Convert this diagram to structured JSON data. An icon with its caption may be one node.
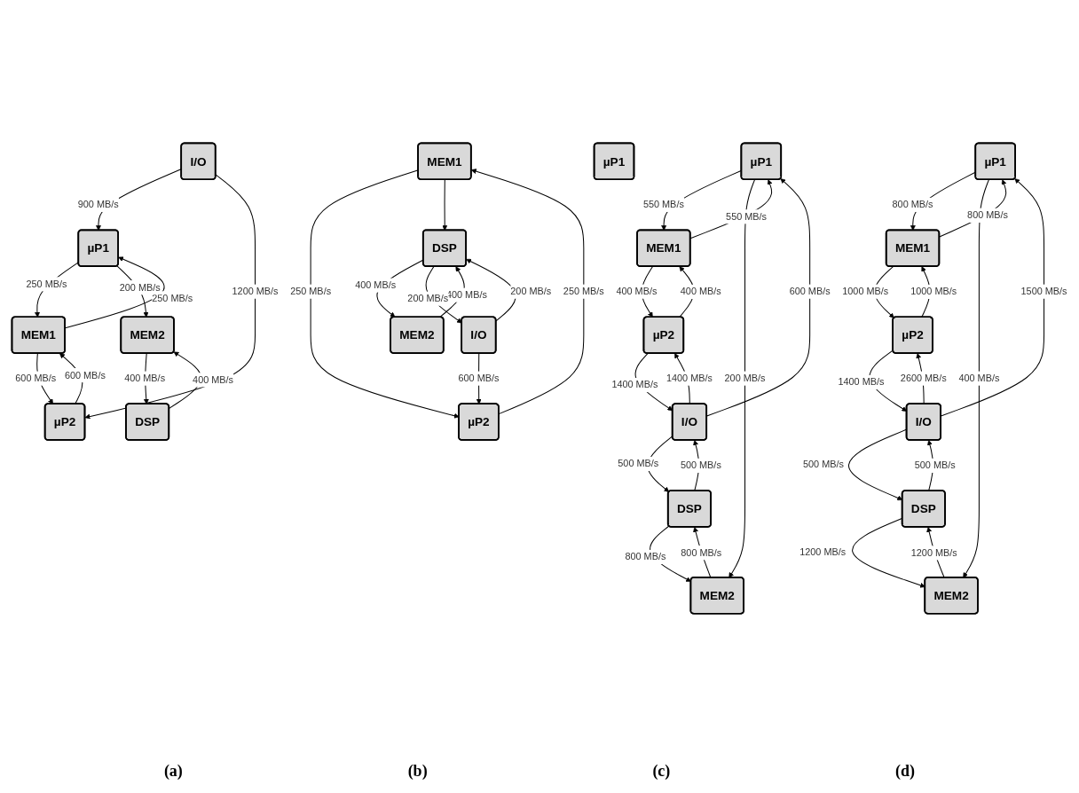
{
  "diagram": {
    "nodes": [
      {
        "text": [
          "µP1"
        ]
      },
      {
        "text": [
          "MEM1"
        ]
      },
      {
        "text": [
          "µP2"
        ]
      },
      {
        "text": [
          "MEM2"
        ]
      },
      {
        "text": [
          "DSP"
        ]
      },
      {
        "text": [
          "I/O"
        ]
      },
      {
        "text": [
          "µP1"
        ]
      },
      {
        "text": [
          "MEM1"
        ]
      },
      {
        "text": [
          "µP2"
        ]
      },
      {
        "text": [
          "MEM2"
        ]
      },
      {
        "text": [
          "DSP"
        ]
      },
      {
        "text": [
          "I/O"
        ]
      },
      {
        "text": [
          "µP1"
        ]
      },
      {
        "text": [
          "MEM1"
        ]
      },
      {
        "text": [
          "µP2"
        ]
      },
      {
        "text": [
          "MEM2"
        ]
      },
      {
        "text": [
          "DSP"
        ]
      },
      {
        "text": [
          "I/O"
        ]
      },
      {
        "text": [
          "µP1"
        ]
      },
      {
        "text": [
          "MEM1"
        ]
      },
      {
        "text": [
          "µP2"
        ]
      },
      {
        "text": [
          "MEM2"
        ]
      },
      {
        "text": [
          "DSP"
        ]
      },
      {
        "text": [
          "I/O"
        ]
      }
    ],
    "edges": [
      {
        "from": 0,
        "to": 1,
        "arrow": "to",
        "label": "250 MB/s"
      },
      {
        "from": 1,
        "to": 0,
        "arrow": "to",
        "label": "250 MB/s"
      },
      {
        "from": 2,
        "to": 1,
        "arrow": "to",
        "label": "600 MB/s"
      },
      {
        "from": 1,
        "to": 2,
        "arrow": "to",
        "label": "600 MB/s"
      },
      {
        "from": 0,
        "to": 3,
        "arrow": "to",
        "label": "200 MB/s"
      },
      {
        "from": 5,
        "to": 0,
        "arrow": "to",
        "label": "900 MB/s"
      },
      {
        "from": 5,
        "to": 2,
        "arrow": "to",
        "label": "1200 MB/s"
      },
      {
        "from": 3,
        "to": 4,
        "arrow": "to",
        "label": "400 MB/s"
      },
      {
        "from": 4,
        "to": 3,
        "arrow": "to",
        "label": "400 MB/s"
      },
      {
        "from": 6,
        "to": 7,
        "arrow": "to",
        "label": "550 MB/s"
      },
      {
        "from": 7,
        "to": 6,
        "arrow": "to",
        "label": "550 MB/s"
      },
      {
        "from": 8,
        "to": 7,
        "arrow": "to",
        "label": "400 MB/s"
      },
      {
        "from": 7,
        "to": 8,
        "arrow": "to",
        "label": "400 MB/s"
      },
      {
        "from": 6,
        "to": 9,
        "arrow": "to",
        "label": "200 MB/s"
      },
      {
        "from": 11,
        "to": 6,
        "arrow": "to",
        "label": "600 MB/s"
      },
      {
        "from": 8,
        "to": 11,
        "arrow": "to",
        "label": "1400 MB/s"
      },
      {
        "from": 11,
        "to": 8,
        "arrow": "to",
        "label": "1400 MB/s"
      },
      {
        "from": 9,
        "to": 10,
        "arrow": "to",
        "label": "800 MB/s"
      },
      {
        "from": 10,
        "to": 9,
        "arrow": "to",
        "label": "800 MB/s"
      },
      {
        "from": 11,
        "to": 10,
        "arrow": "to",
        "label": "500 MB/s"
      },
      {
        "from": 10,
        "to": 11,
        "arrow": "to",
        "label": "500 MB/s"
      },
      {
        "from": 14,
        "to": 13,
        "arrow": "to",
        "label": "250 MB/s"
      },
      {
        "from": 13,
        "to": 14,
        "arrow": "to",
        "label": "250 MB/s"
      },
      {
        "from": 13,
        "to": 16,
        "arrow": "to"
      },
      {
        "from": 17,
        "to": 14,
        "arrow": "to",
        "label": "600 MB/s"
      },
      {
        "from": 15,
        "to": 16,
        "arrow": "to",
        "label": "400 MB/s"
      },
      {
        "from": 16,
        "to": 15,
        "arrow": "to",
        "label": "400 MB/s"
      },
      {
        "from": 17,
        "to": 16,
        "arrow": "to",
        "label": "200 MB/s"
      },
      {
        "from": 16,
        "to": 17,
        "arrow": "to",
        "label": "200 MB/s"
      },
      {
        "from": 18,
        "to": 19,
        "arrow": "to",
        "label": "800 MB/s"
      },
      {
        "from": 19,
        "to": 18,
        "arrow": "to",
        "label": "800 MB/s"
      },
      {
        "from": 20,
        "to": 19,
        "arrow": "to",
        "label": "1000 MB/s"
      },
      {
        "from": 19,
        "to": 20,
        "arrow": "to",
        "label": "1000 MB/s"
      },
      {
        "from": 18,
        "to": 21,
        "arrow": "to",
        "label": "400 MB/s"
      },
      {
        "from": 23,
        "to": 18,
        "arrow": "to",
        "label": "1500 MB/s"
      },
      {
        "from": 20,
        "to": 23,
        "arrow": "to",
        "label": "1400 MB/s"
      },
      {
        "from": 23,
        "to": 20,
        "arrow": "to",
        "label": "2600 MB/s"
      },
      {
        "from": 21,
        "to": 22,
        "arrow": "to",
        "label": "1200 MB/s"
      },
      {
        "from": 22,
        "to": 21,
        "arrow": "to",
        "label": "1200 MB/s"
      },
      {
        "from": 23,
        "to": 22,
        "arrow": "to",
        "label": "500 MB/s"
      },
      {
        "from": 22,
        "to": 23,
        "arrow": "to",
        "label": "500 MB/s"
      }
    ],
    "labels": [
      "(a)",
      "(b)",
      "(c)",
      "(d)"
    ]
  }
}
